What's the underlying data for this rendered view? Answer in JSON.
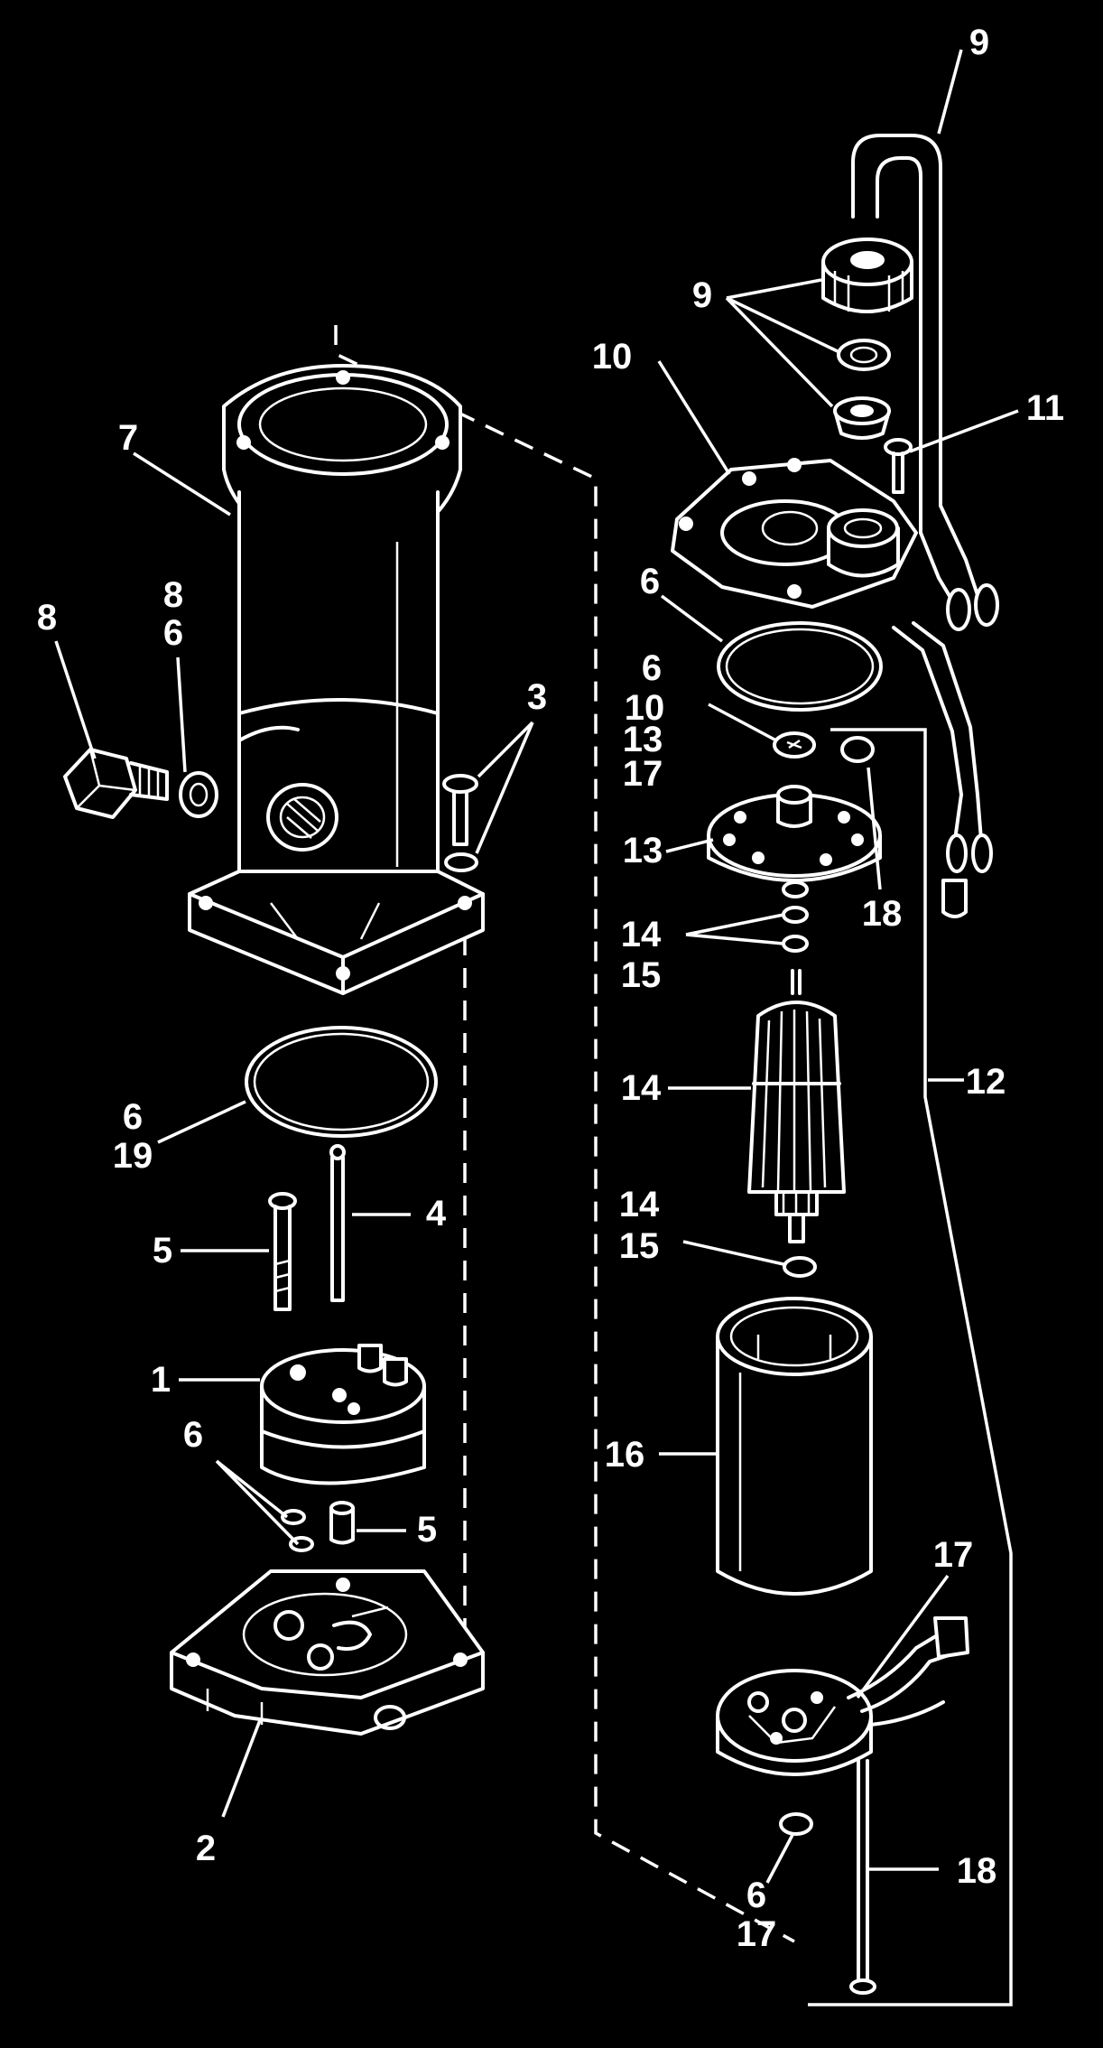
{
  "labels": {
    "p1": "1",
    "p2": "2",
    "p3": "3",
    "p4": "4",
    "p5a": "5",
    "p5b": "5",
    "p6a": "6",
    "p6b": "6",
    "p6c": "6",
    "p6d": "6",
    "p6e": "6",
    "p6f": "6",
    "p7": "7",
    "p8a": "8",
    "p8b": "8",
    "p9a": "9",
    "p9b": "9",
    "p10a": "10",
    "p10b": "10",
    "p11": "11",
    "p12": "12",
    "p13a": "13",
    "p13b": "13",
    "p14a": "14",
    "p14b": "14",
    "p14c": "14",
    "p15a": "15",
    "p15b": "15",
    "p16": "16",
    "p17a": "17",
    "p17b": "17",
    "p17c": "17",
    "p18a": "18",
    "p18b": "18",
    "p19": "19"
  },
  "colors": {
    "background": "#000000",
    "linework": "#ffffff"
  }
}
